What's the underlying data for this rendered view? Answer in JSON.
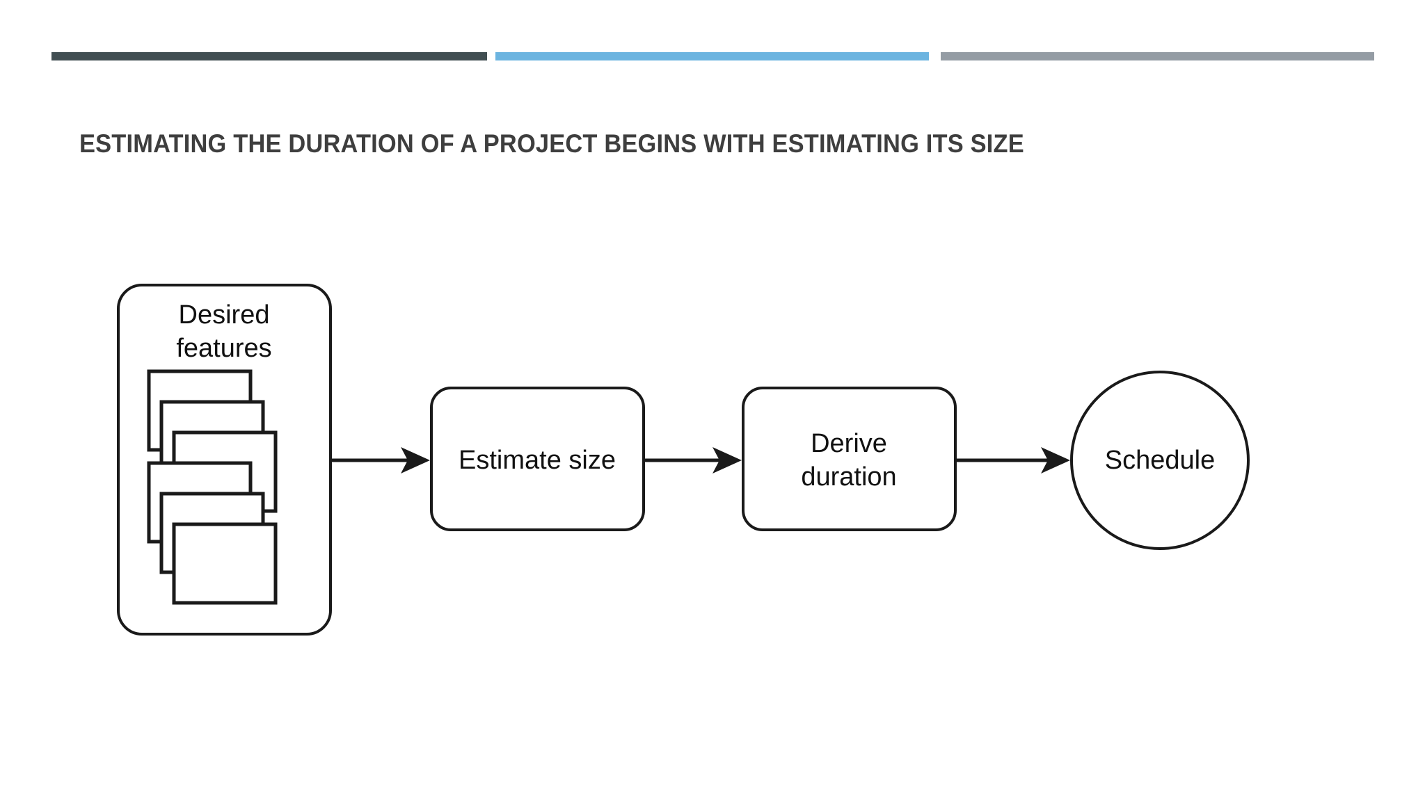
{
  "slide": {
    "title": "ESTIMATING THE DURATION OF A PROJECT BEGINS WITH ESTIMATING ITS SIZE",
    "background_color": "#ffffff",
    "title_color": "#3e3e3e"
  },
  "decor_bars": [
    {
      "name": "dark-bar",
      "color": "#414e52"
    },
    {
      "name": "blue-bar",
      "color": "#6cb4e0"
    },
    {
      "name": "grey-bar",
      "color": "#949ca4"
    }
  ],
  "diagram": {
    "type": "flow",
    "stroke_color": "#1a1a1a",
    "fill_color": "#ffffff",
    "nodes": [
      {
        "id": "desired-features",
        "shape": "rounded-rect-with-card-stack",
        "label_line1": "Desired",
        "label_line2": "features",
        "card_count": 6
      },
      {
        "id": "estimate-size",
        "shape": "rounded-rect",
        "label_line1": "Estimate size",
        "label_line2": ""
      },
      {
        "id": "derive-duration",
        "shape": "rounded-rect",
        "label_line1": "Derive",
        "label_line2": "duration"
      },
      {
        "id": "schedule",
        "shape": "circle",
        "label_line1": "Schedule",
        "label_line2": ""
      }
    ],
    "edges": [
      {
        "from": "desired-features",
        "to": "estimate-size",
        "style": "arrow"
      },
      {
        "from": "estimate-size",
        "to": "derive-duration",
        "style": "arrow"
      },
      {
        "from": "derive-duration",
        "to": "schedule",
        "style": "arrow"
      }
    ]
  }
}
